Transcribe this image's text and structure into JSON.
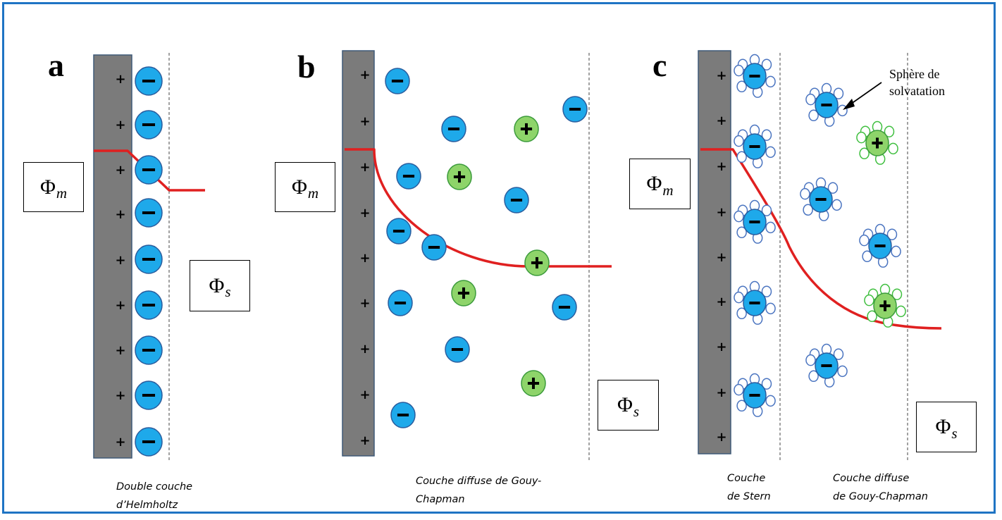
{
  "panels": [
    {
      "letter": "a",
      "caption_line1": "Double couche",
      "caption_line2": "d’Helmholtz"
    },
    {
      "letter": "b",
      "caption_line1": "Couche diffuse de Gouy-",
      "caption_line2": "Chapman"
    },
    {
      "letter": "c",
      "caption_stern_line1": "Couche",
      "caption_stern_line2": "de Stern",
      "caption_diffuse_line1": "Couche diffuse",
      "caption_diffuse_line2": "de Gouy-Chapman"
    }
  ],
  "potentials": {
    "metal_symbol": "Φ",
    "metal_subscript": "m",
    "solution_symbol": "Φ",
    "solution_subscript": "s"
  },
  "annotation": {
    "line1": "Sphère de",
    "line2": "solvatation"
  },
  "charge_signs": {
    "positive": "+",
    "negative": "−"
  },
  "colors": {
    "frame": "#1f74c4",
    "electrode": "#7b7b7b",
    "anion": "#1ea9ea",
    "cation": "#8ed46a",
    "potential_curve": "#e02020",
    "solvent_shell": "#4a74c0"
  }
}
